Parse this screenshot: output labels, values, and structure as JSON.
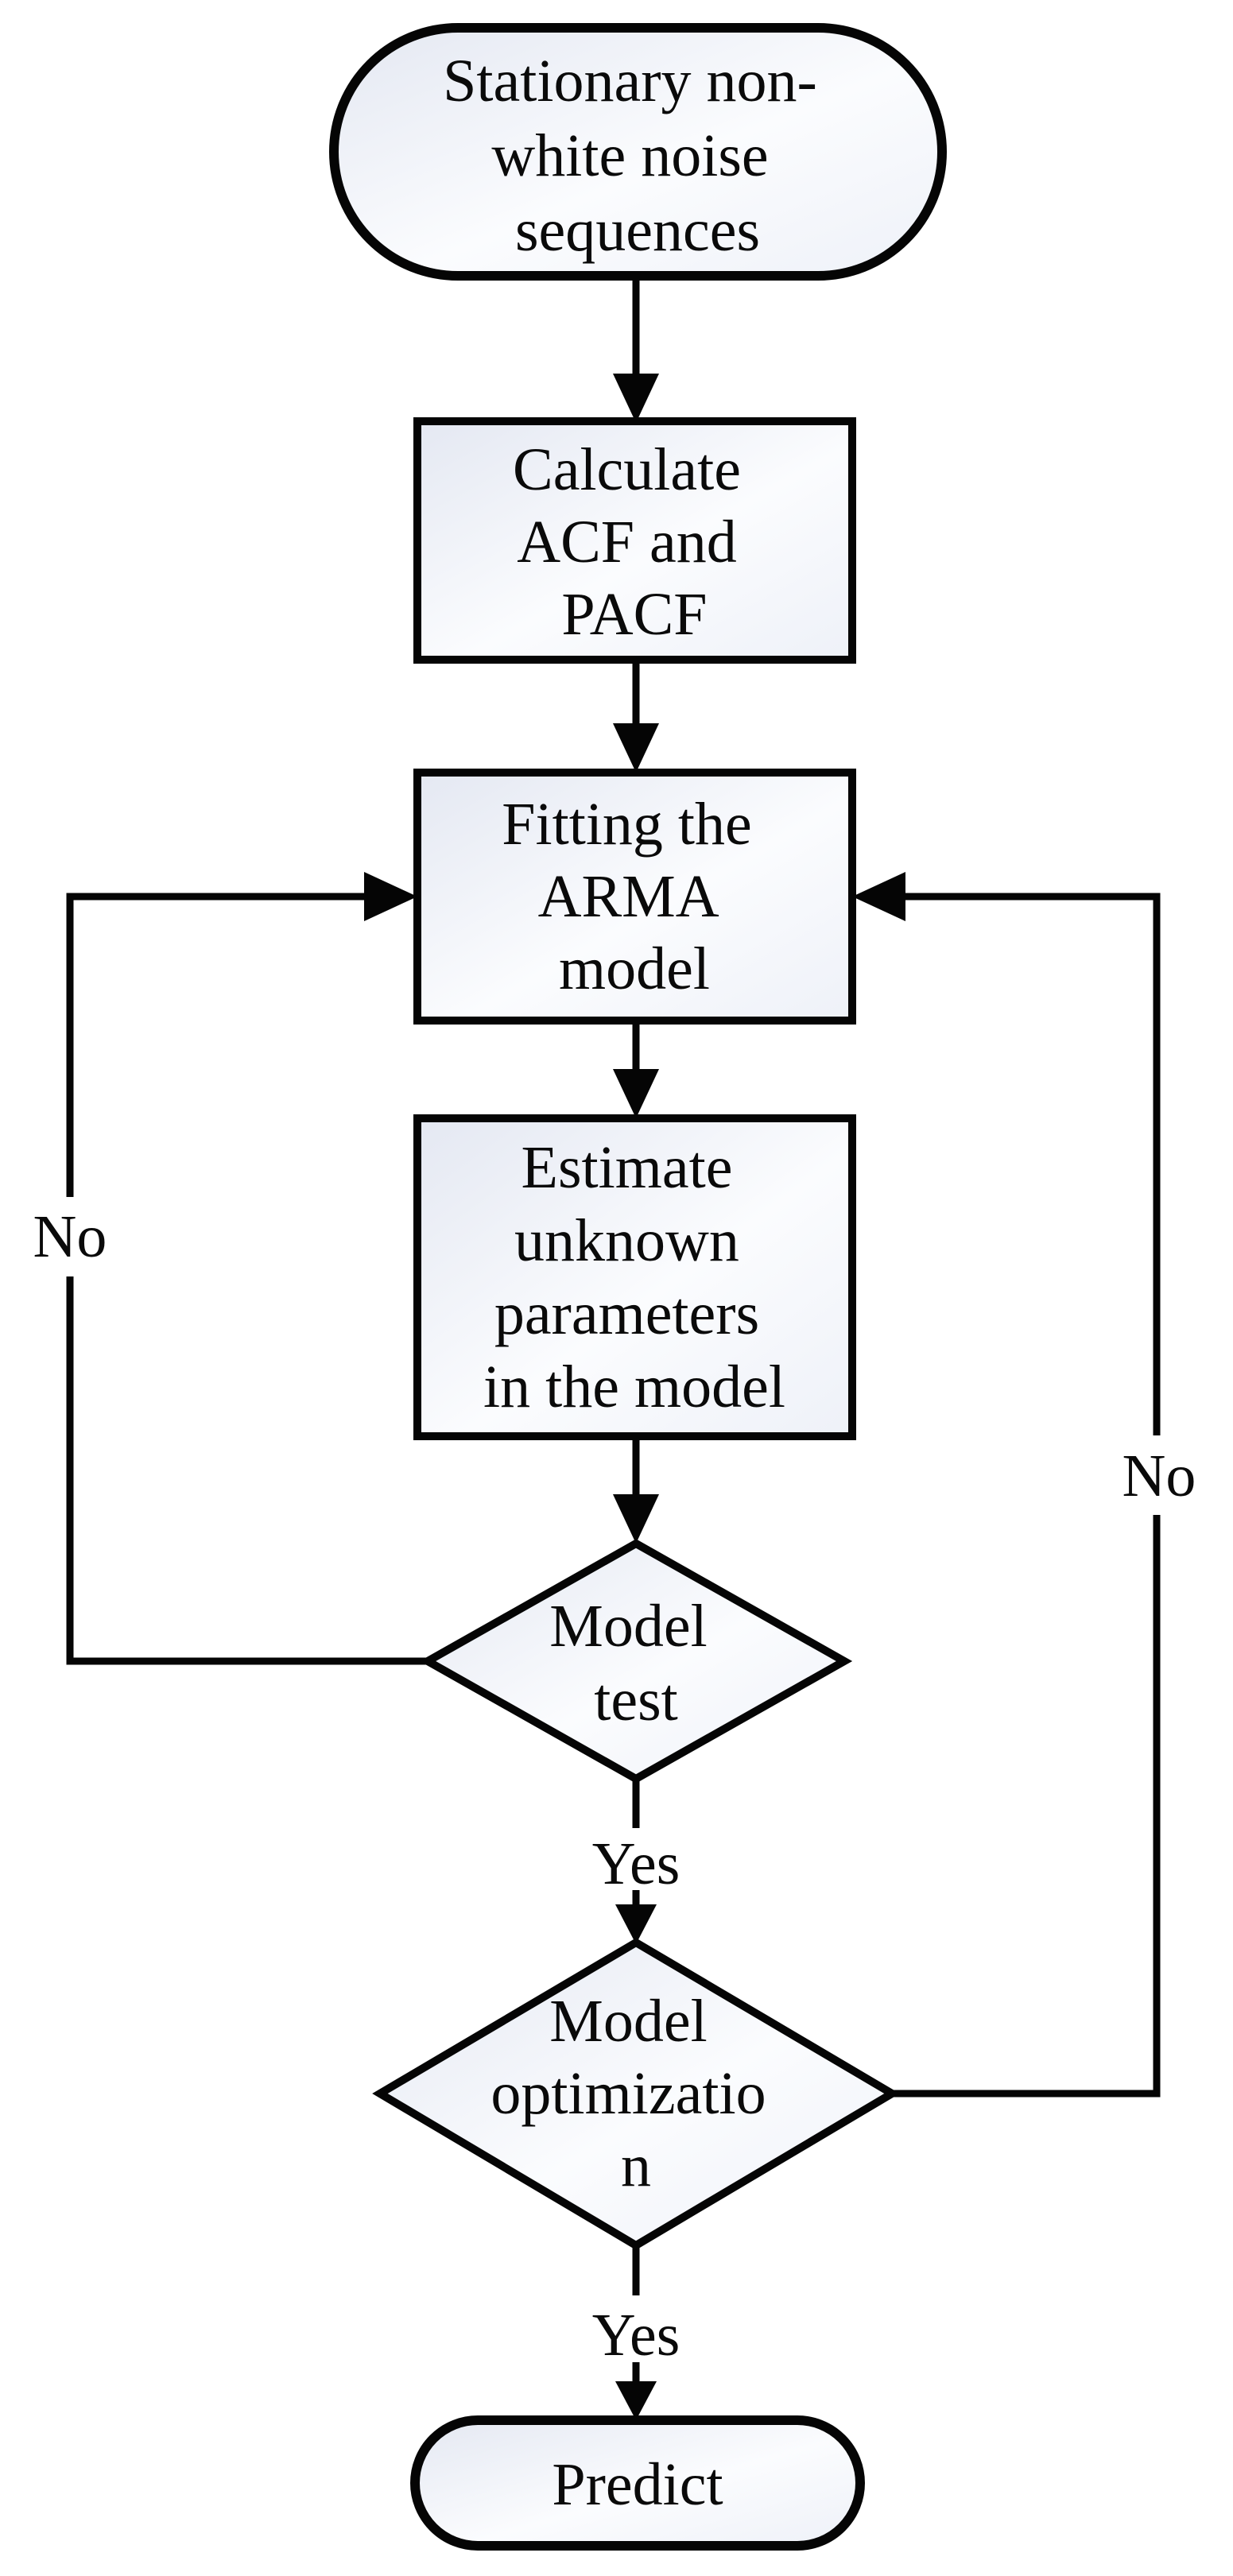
{
  "diagram": {
    "kind": "flowchart",
    "topic": "ARMA model identification and prediction"
  },
  "colors": {
    "stroke": "#050505",
    "shape_fill_top_left": "#e4e8f2",
    "shape_fill_mid": "#fbfcfe",
    "shape_fill_bottom_right": "#eef1f8",
    "background": "#ffffff",
    "text": "#0a0a0a"
  },
  "nodes": {
    "start": {
      "type": "terminator",
      "lines": [
        "Stationary non-",
        "white noise",
        "sequences"
      ]
    },
    "calc": {
      "type": "process",
      "lines": [
        "Calculate",
        "ACF and",
        "PACF"
      ]
    },
    "fit": {
      "type": "process",
      "lines": [
        "Fitting the",
        "ARMA",
        "model"
      ]
    },
    "estimate": {
      "type": "process",
      "lines": [
        "Estimate",
        "unknown",
        "parameters",
        "in the model"
      ]
    },
    "test": {
      "type": "decision",
      "lines": [
        "Model",
        "test"
      ]
    },
    "optimize": {
      "type": "decision",
      "lines": [
        "Model",
        "optimizatio",
        "n"
      ]
    },
    "predict": {
      "type": "terminator",
      "lines": [
        "Predict"
      ]
    }
  },
  "edge_labels": {
    "test_yes": "Yes",
    "test_no": "No",
    "optimize_yes": "Yes",
    "optimize_no": "No"
  }
}
